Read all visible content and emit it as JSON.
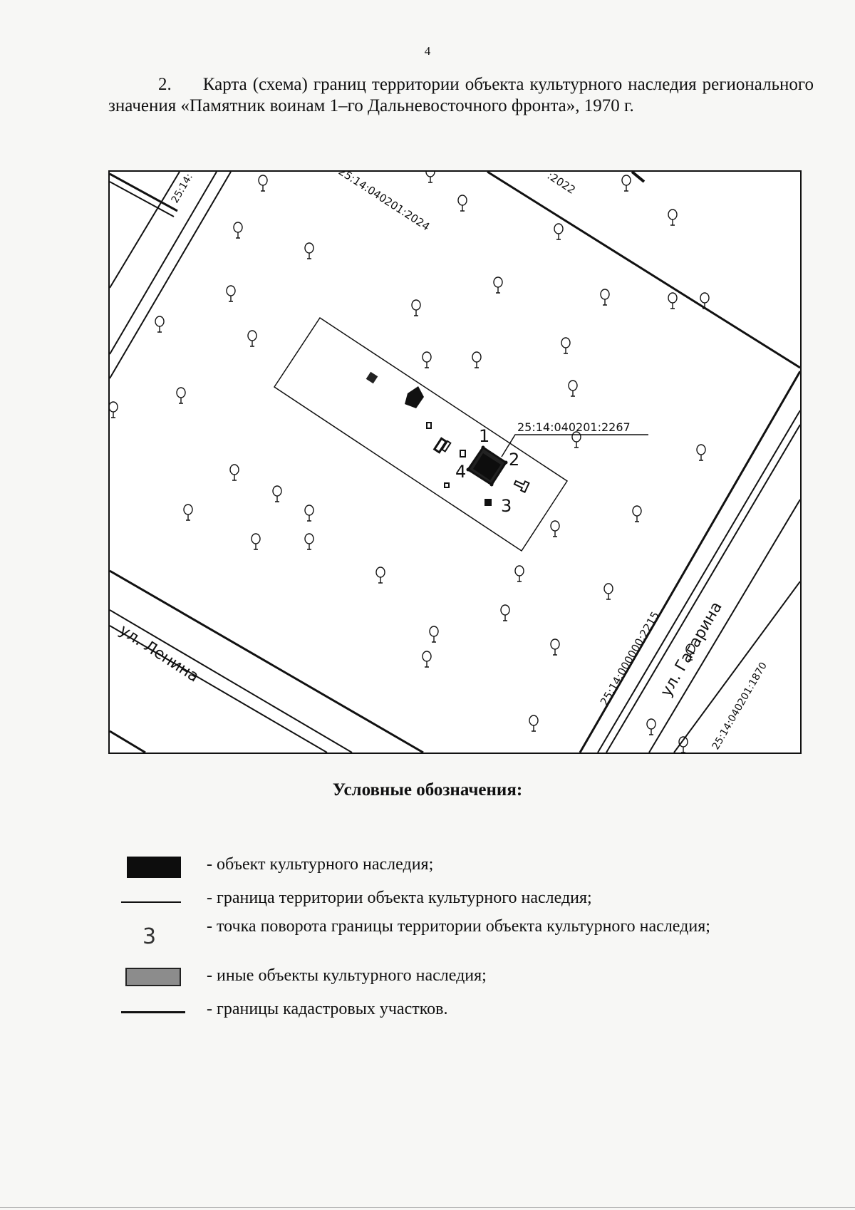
{
  "page_number": "4",
  "heading": {
    "number": "2.",
    "text": "Карта (схема) границ территории объекта культурного наследия регионального значения «Памятник воинам 1–го Дальневосточного фронта», 1970 г."
  },
  "map": {
    "parcel_labels": {
      "p2024": "25:14:040201:2024",
      "p2022": ":2022",
      "p2267": "25:14:040201:2267",
      "p2215": "25:14:000000:2215",
      "p1870": "25:14:040201:1870",
      "p_left": "25:14:"
    },
    "streets": {
      "lenina": "ул. Ленина",
      "gagarina": "ул. Гагарина"
    },
    "turn_points": [
      "1",
      "2",
      "3",
      "4"
    ],
    "colors": {
      "heritage_object": "#0d0d0d",
      "other_heritage": "#8c8c8c",
      "lines": "#111111",
      "background": "#ffffff"
    }
  },
  "legend": {
    "title": "Условные обозначения:",
    "items": [
      {
        "symbol": "black-rect",
        "text": "- объект культурного наследия;"
      },
      {
        "symbol": "thin-line",
        "text": "- граница территории объекта культурного наследия;"
      },
      {
        "symbol": "digit",
        "digit": "3",
        "text": "- точка поворота границы территории объекта культурного наследия;"
      },
      {
        "symbol": "grey-rect",
        "text": "- иные объекты культурного наследия;"
      },
      {
        "symbol": "thick-line",
        "text": "- границы кадастровых участков."
      }
    ]
  }
}
